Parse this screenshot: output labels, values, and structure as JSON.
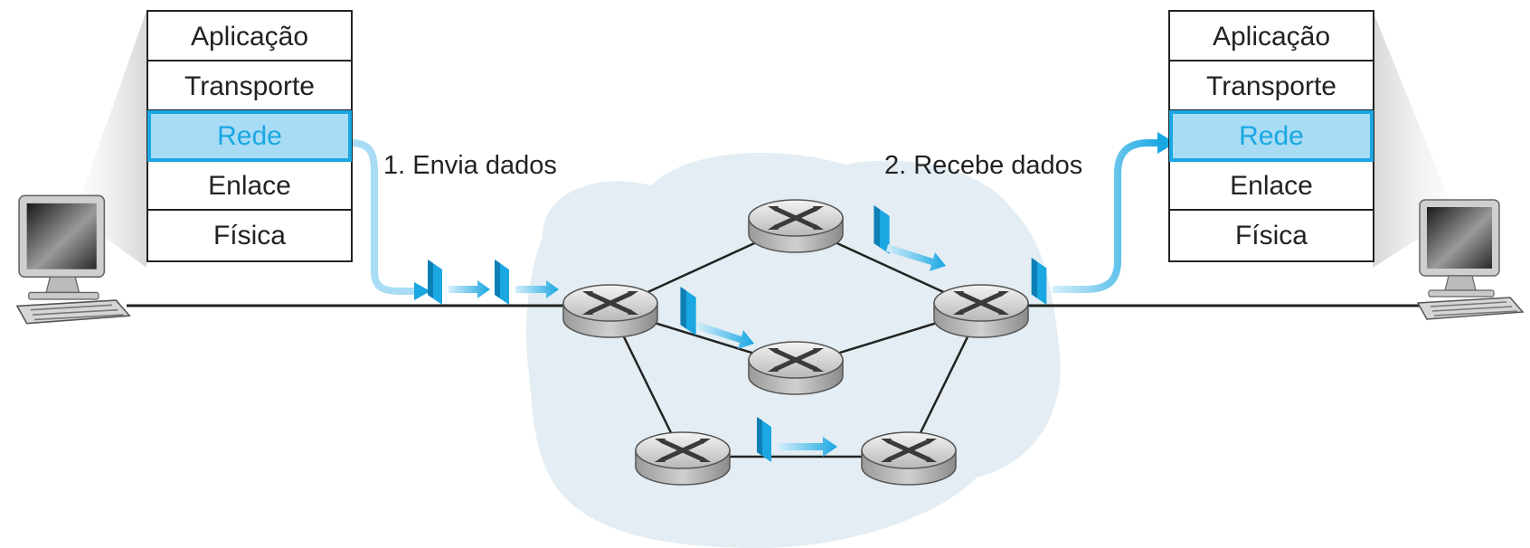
{
  "left_stack": {
    "layers": [
      "Aplicação",
      "Transporte",
      "Rede",
      "Enlace",
      "Física"
    ]
  },
  "right_stack": {
    "layers": [
      "Aplicação",
      "Transporte",
      "Rede",
      "Enlace",
      "Física"
    ]
  },
  "highlighted_layer": "Rede",
  "labels": {
    "send": "1. Envia dados",
    "receive": "2. Recebe dados"
  },
  "colors": {
    "accent": "#1aa7e2",
    "highlight_fill": "#a8dcf5",
    "cloud": "#e3edf3",
    "line": "#222222"
  },
  "icons": {
    "host": "desktop-computer-icon",
    "router": "router-icon",
    "packet": "packet-icon"
  }
}
